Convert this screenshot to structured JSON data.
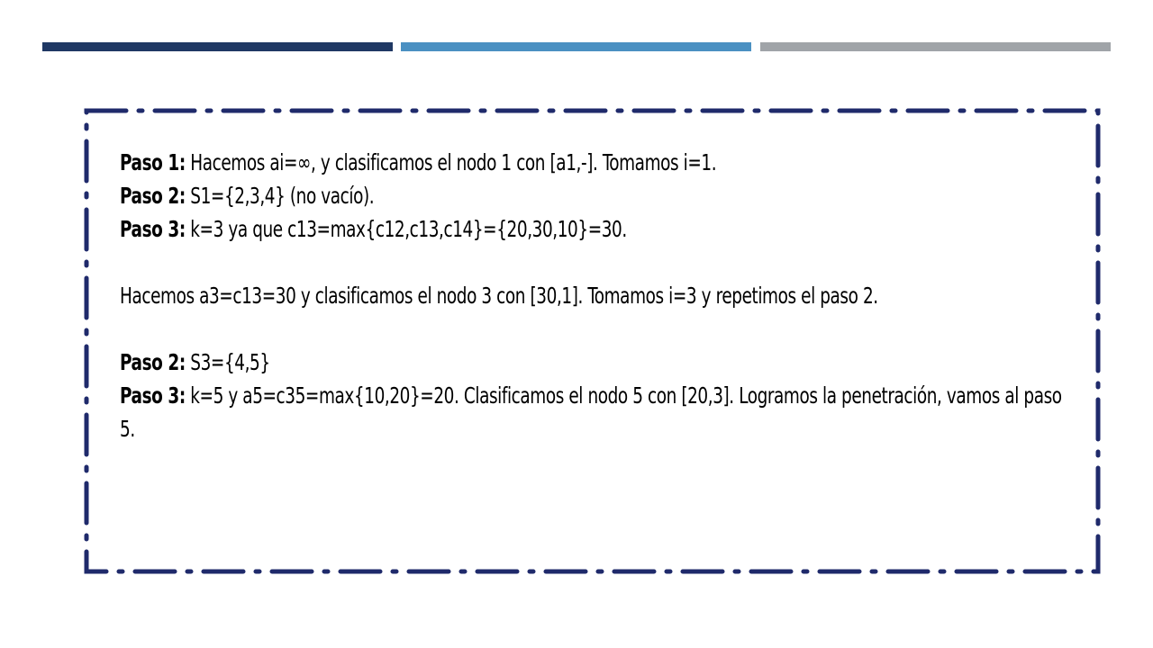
{
  "accent_colors": {
    "bar_dark": "#1f3864",
    "bar_mid": "#4a90c2",
    "bar_gray": "#a0a4a8",
    "frame": "#1f2a6b"
  },
  "steps": [
    {
      "label": "Paso 1:",
      "text": " Hacemos ai=∞, y clasificamos el nodo 1 con [a1,-]. Tomamos i=1."
    },
    {
      "label": "Paso 2:",
      "text": " S1={2,3,4} (no vacío)."
    },
    {
      "label": "Paso 3:",
      "text": " k=3 ya que c13=max{c12,c13,c14}={20,30,10}=30."
    }
  ],
  "paragraph": " Hacemos a3=c13=30 y clasificamos el nodo 3 con [30,1]. Tomamos i=3 y repetimos el paso 2.",
  "steps2": [
    {
      "label": "Paso 2:",
      "text": " S3={4,5}"
    },
    {
      "label": "Paso 3:",
      "text": " k=5 y a5=c35=max{10,20}=20. Clasificamos el nodo 5 con [20,3]. Logramos la penetración, vamos al paso 5."
    }
  ]
}
